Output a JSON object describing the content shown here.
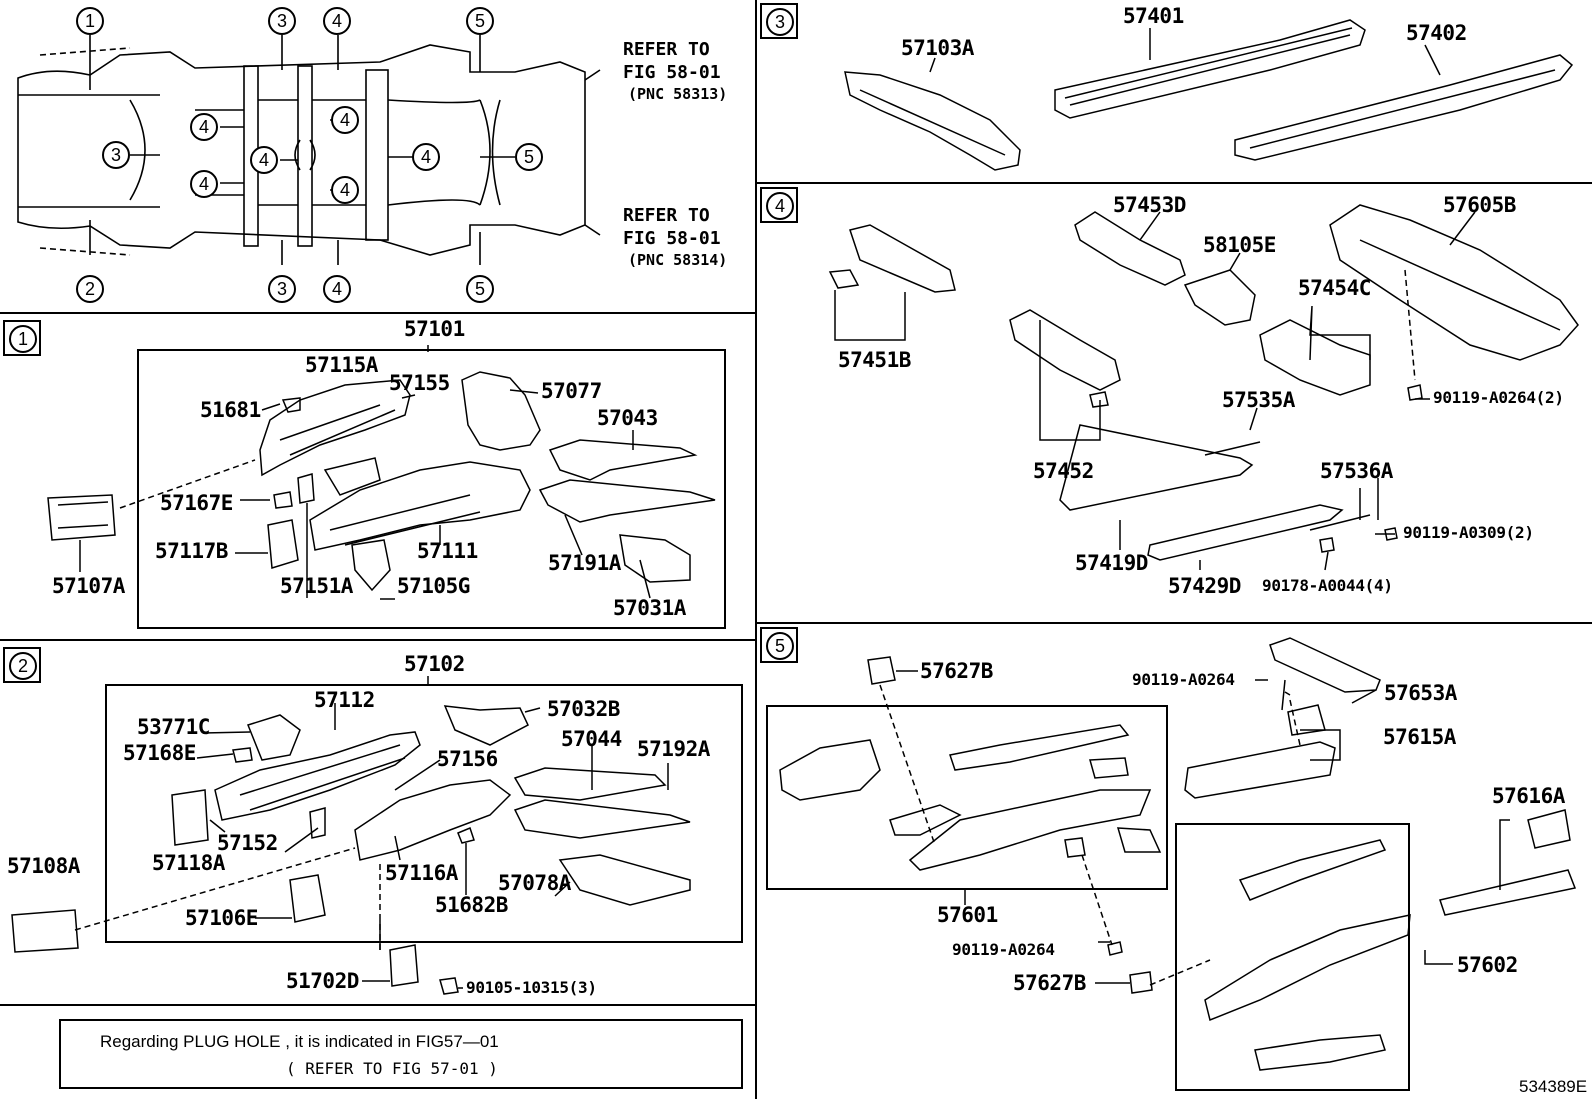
{
  "overview": {
    "refer_top": [
      "REFER TO",
      "FIG 58-01",
      "(PNC 58313)"
    ],
    "refer_bottom": [
      "REFER TO",
      "FIG 58-01",
      "(PNC 58314)"
    ],
    "markers": [
      "1",
      "2",
      "3",
      "3",
      "3",
      "4",
      "4",
      "4",
      "4",
      "4",
      "4",
      "4",
      "4",
      "5",
      "5",
      "5"
    ]
  },
  "section1": {
    "tag": "1",
    "parts": [
      "57101",
      "57115A",
      "57155",
      "51681",
      "57077",
      "57043",
      "57167E",
      "57107A",
      "57117B",
      "57151A",
      "57111",
      "57105G",
      "57191A",
      "57031A"
    ]
  },
  "section2": {
    "tag": "2",
    "parts": [
      "57102",
      "57112",
      "53771C",
      "57168E",
      "57032B",
      "57044",
      "57192A",
      "57156",
      "57118A",
      "57152",
      "57116A",
      "51682B",
      "57078A",
      "57108A",
      "57106E",
      "51702D",
      "90105-10315(3)"
    ]
  },
  "note": {
    "line1": "Regarding   PLUG  HOLE  , it  is  indicated   in  FIG57—01",
    "line2": "( REFER TO FIG 57-01 )"
  },
  "section3": {
    "tag": "3",
    "parts": [
      "57103A",
      "57401",
      "57402"
    ]
  },
  "section4": {
    "tag": "4",
    "parts": [
      "57453D",
      "57605B",
      "58105E",
      "57451B",
      "57454C",
      "90119-A0264(2)",
      "57535A",
      "57452",
      "57536A",
      "90119-A0309(2)",
      "57419D",
      "57429D",
      "90178-A0044(4)"
    ]
  },
  "section5": {
    "tag": "5",
    "parts": [
      "57627B",
      "90119-A0264",
      "57653A",
      "57615A",
      "57616A",
      "57601",
      "90119-A0264",
      "57627B",
      "57602"
    ]
  },
  "figure_code": "534389E"
}
